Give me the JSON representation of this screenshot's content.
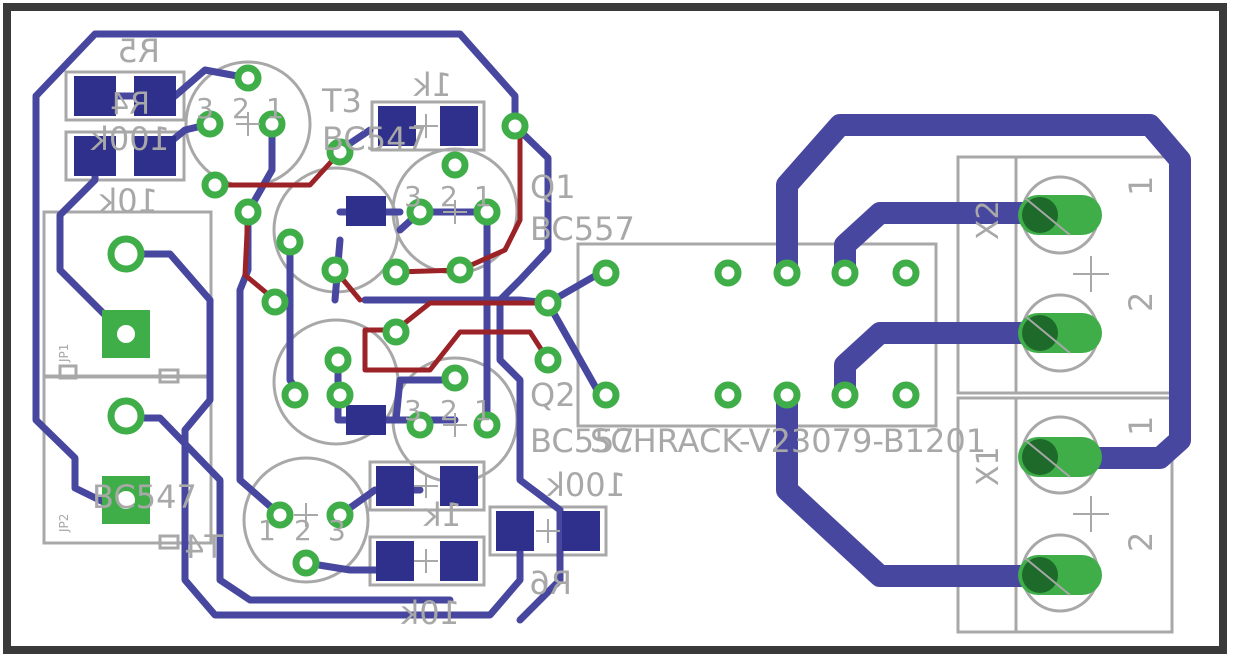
{
  "board": {
    "colors": {
      "background": "#ffffff",
      "outline": "#3a3a3a",
      "silkscreen": "#a8a8a8",
      "bottom_copper": "#4747a0",
      "top_copper": "#9b2226",
      "pad_ring": "#3fae49",
      "pad_hole": "#ffffff",
      "smd_pad": "#2f2f8c"
    },
    "labels": {
      "r5_name": "R5",
      "r5_value": "100k",
      "r4_value": "10k",
      "r4_name": "R4",
      "t3_name": "T3",
      "t3_type": "BC547",
      "r_1k_top": "1k",
      "q1_name": "Q1",
      "q1_type": "BC557",
      "q2_name": "Q2",
      "q2_type": "BC557",
      "relay_part": "SCHRACK-V23079-B1201",
      "t4_type": "BC547",
      "t4_name": "T4",
      "r_1k_bottom": "1k",
      "r6_value": "100k",
      "r6_name": "R6",
      "r_10k_bottom": "10k",
      "x2_name": "X2",
      "x1_name": "X1",
      "x2_pin1": "1",
      "x2_pin2": "2",
      "x1_pin1": "1",
      "x1_pin2": "2",
      "jp1_name": "JP1",
      "jp2_name": "JP2",
      "pin_marks": [
        "3",
        "2",
        "1"
      ]
    }
  }
}
